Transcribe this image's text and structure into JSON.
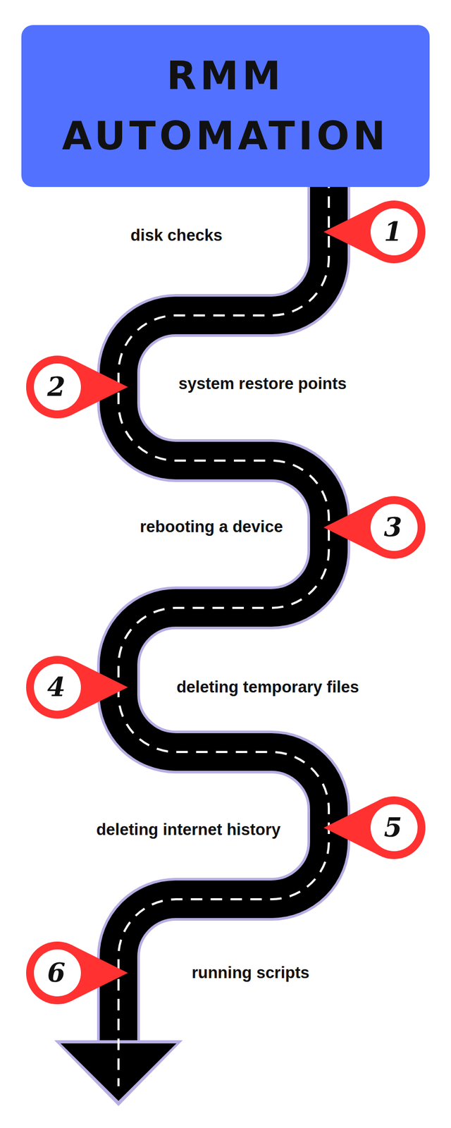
{
  "diagram": {
    "title": "RMM AUTOMATION",
    "labels": [
      "1",
      "disk checks",
      "2",
      "system restore points",
      "3",
      "rebooting a device",
      "4",
      "deleting temporary files",
      "5",
      "deleting internet history",
      "6",
      "running scripts"
    ]
  }
}
